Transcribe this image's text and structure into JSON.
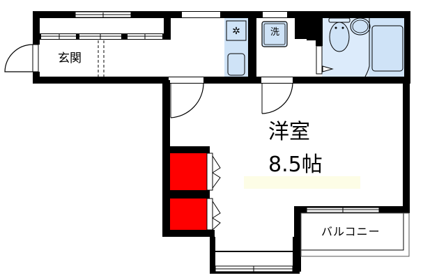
{
  "floorplan": {
    "rooms": {
      "entrance": {
        "label": "玄関"
      },
      "western_room": {
        "label": "洋室",
        "size": "8.5帖"
      },
      "balcony": {
        "label": "バルコニー"
      },
      "washer": {
        "label": "洗"
      }
    },
    "colors": {
      "wall": "#000000",
      "storage": "#ff0000",
      "wet_area": "#cfe3f7",
      "bath_area": "#dcebfb",
      "highlight": "#fdfde6"
    }
  }
}
